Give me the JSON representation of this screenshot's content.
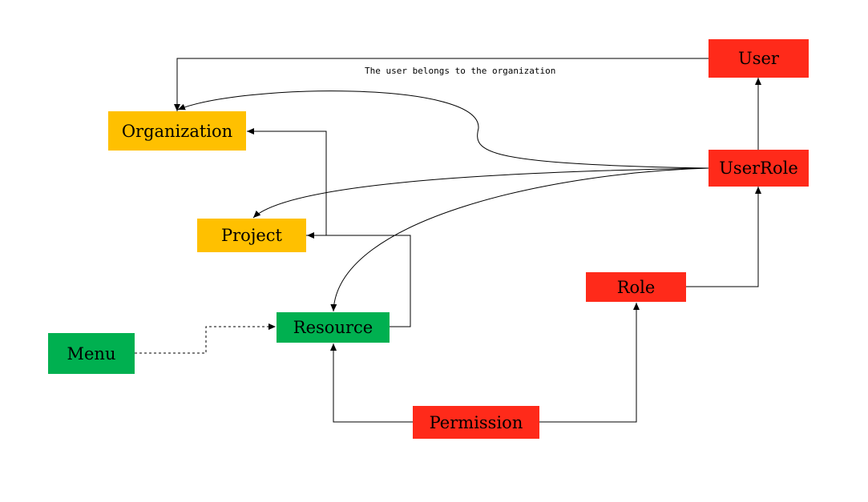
{
  "colors": {
    "entity_red": "#ff2a1a",
    "entity_yellow": "#ffc000",
    "entity_green": "#00b050",
    "edge": "#000000"
  },
  "nodes": {
    "user": {
      "label": "User",
      "color": "red"
    },
    "userrole": {
      "label": "UserRole",
      "color": "red"
    },
    "organization": {
      "label": "Organization",
      "color": "yellow"
    },
    "project": {
      "label": "Project",
      "color": "yellow"
    },
    "role": {
      "label": "Role",
      "color": "red"
    },
    "resource": {
      "label": "Resource",
      "color": "green"
    },
    "menu": {
      "label": "Menu",
      "color": "green"
    },
    "permission": {
      "label": "Permission",
      "color": "red"
    }
  },
  "edges": [
    {
      "from": "user",
      "to": "organization",
      "label": "The user belongs to the organization",
      "style": "solid"
    },
    {
      "from": "userrole",
      "to": "user",
      "style": "solid"
    },
    {
      "from": "userrole",
      "to": "organization",
      "style": "solid"
    },
    {
      "from": "userrole",
      "to": "project",
      "style": "solid"
    },
    {
      "from": "userrole",
      "to": "resource",
      "style": "solid"
    },
    {
      "from": "role",
      "to": "userrole",
      "style": "solid"
    },
    {
      "from": "project",
      "to": "organization",
      "style": "solid"
    },
    {
      "from": "resource",
      "to": "project",
      "style": "solid"
    },
    {
      "from": "menu",
      "to": "resource",
      "style": "dashed"
    },
    {
      "from": "permission",
      "to": "resource",
      "style": "solid"
    },
    {
      "from": "permission",
      "to": "role",
      "style": "solid"
    }
  ]
}
